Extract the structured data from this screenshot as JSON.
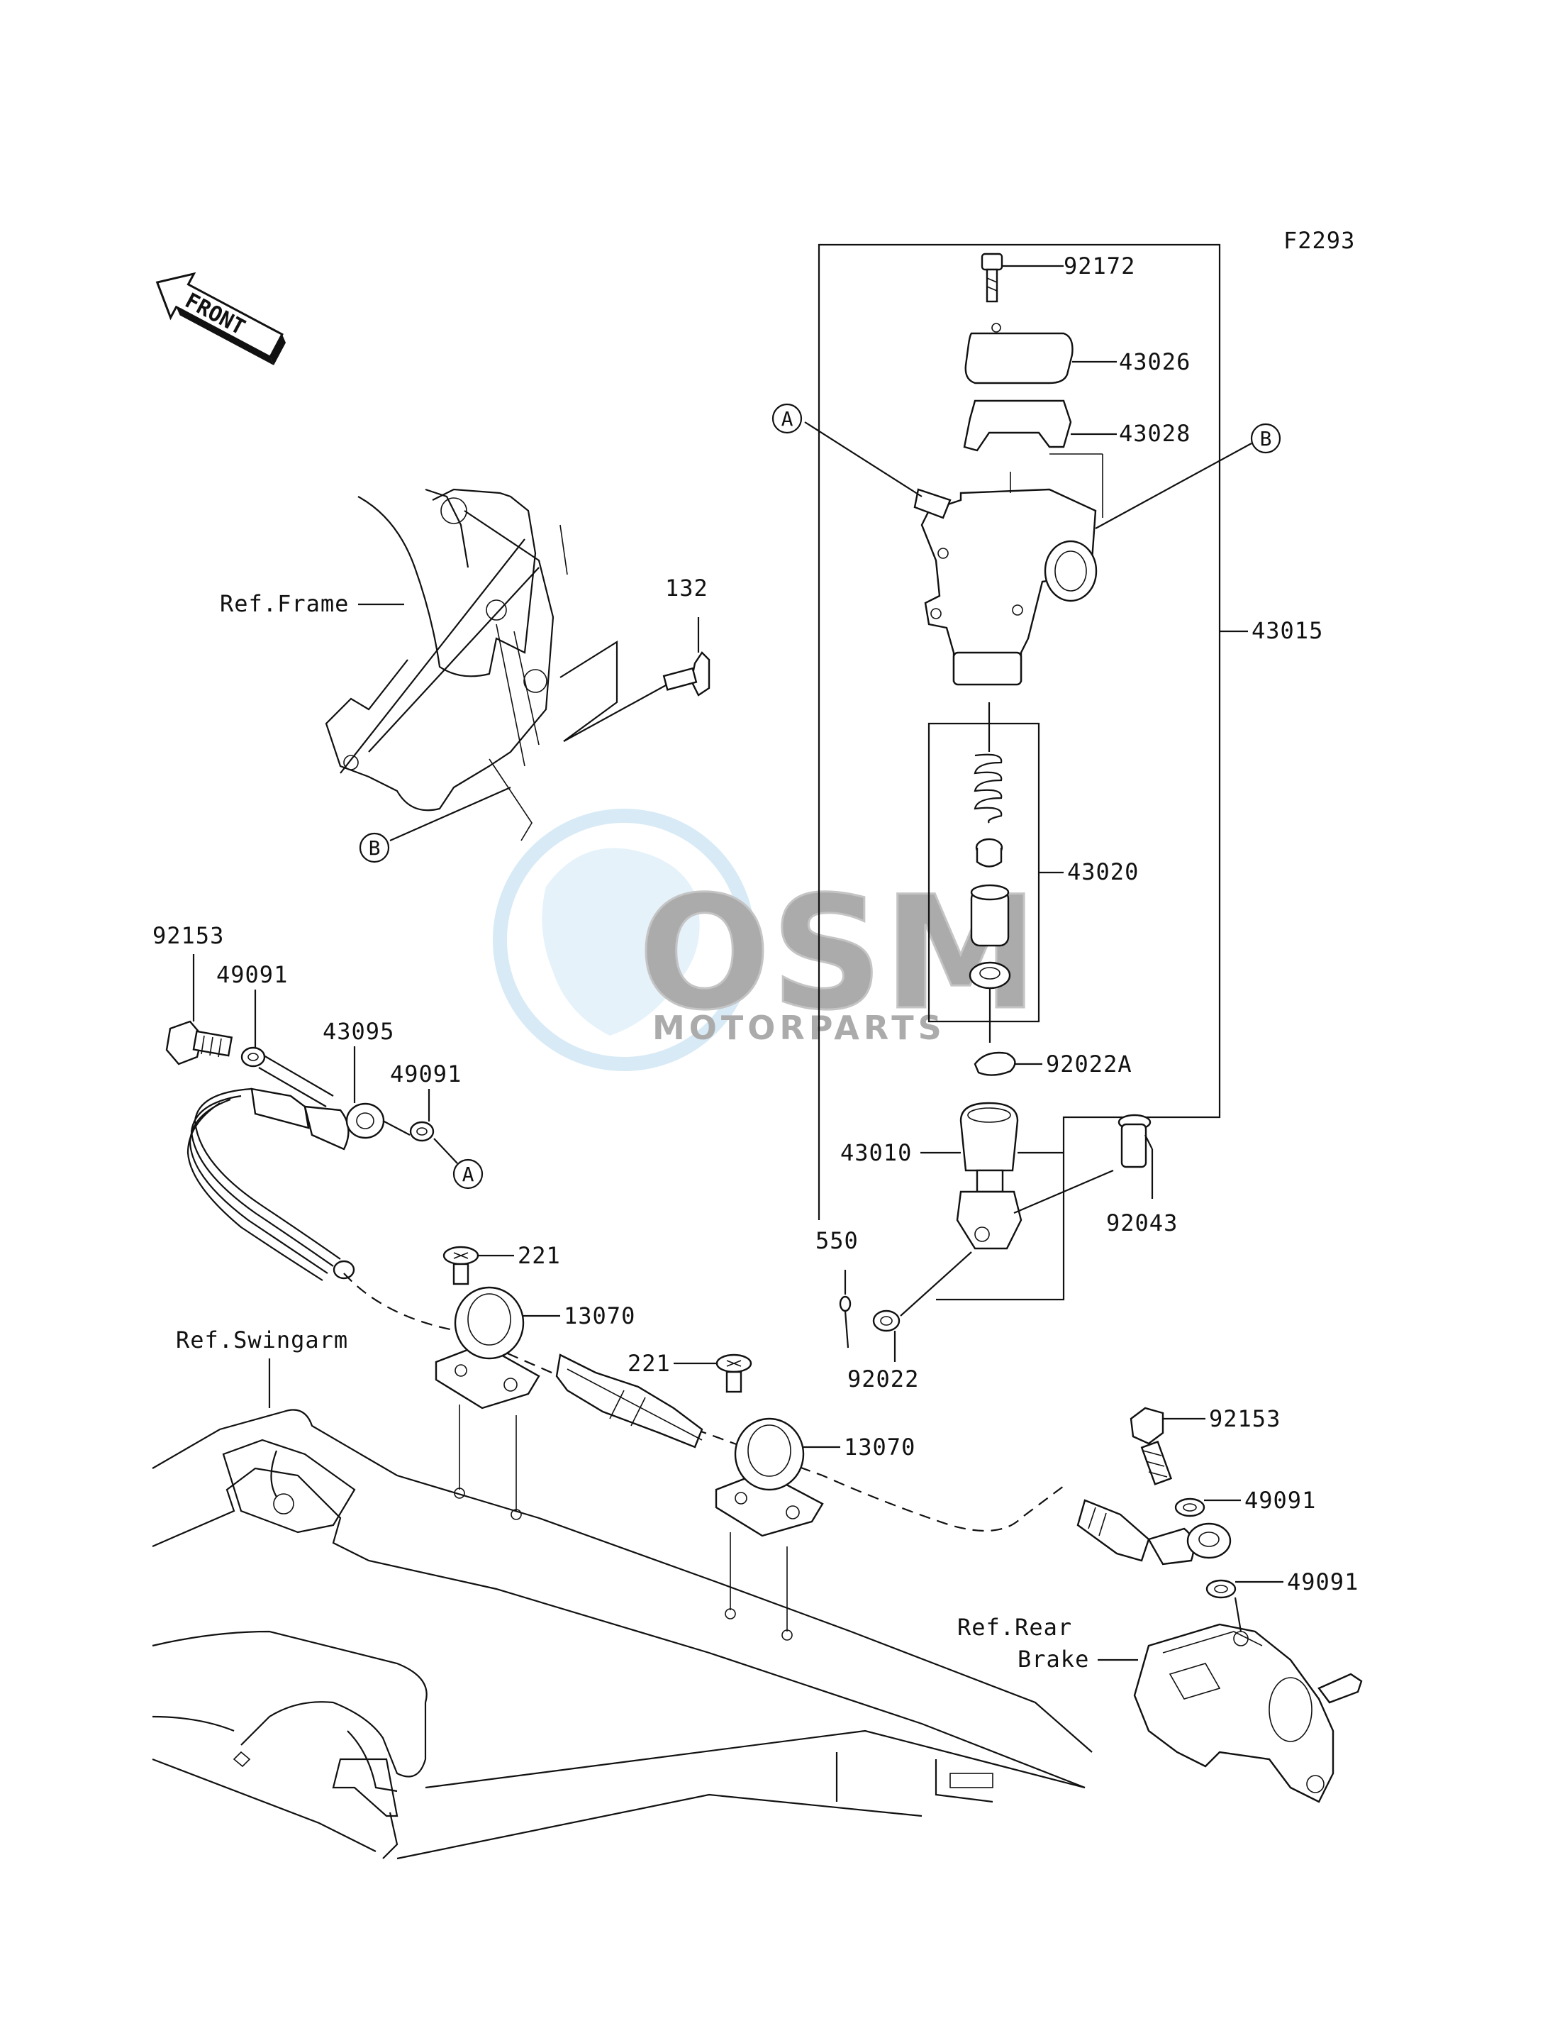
{
  "diagram": {
    "code": "F2293",
    "front_label": "FRONT",
    "references": {
      "frame": "Ref.Frame",
      "swingarm": "Ref.Swingarm",
      "rear_brake_line1": "Ref.Rear",
      "rear_brake_line2": "Brake"
    },
    "callouts": {
      "a": "A",
      "b": "B"
    },
    "parts": {
      "p92172": "92172",
      "p43026": "43026",
      "p43028": "43028",
      "p43015": "43015",
      "p132": "132",
      "p43020": "43020",
      "p92022A": "92022A",
      "p43010": "43010",
      "p92043": "92043",
      "p550": "550",
      "p92022": "92022",
      "p92153_left": "92153",
      "p49091_left_1": "49091",
      "p43095": "43095",
      "p49091_left_2": "49091",
      "p221_left": "221",
      "p13070_left": "13070",
      "p221_right": "221",
      "p13070_right": "13070",
      "p92153_right": "92153",
      "p49091_right_1": "49091",
      "p49091_right_2": "49091"
    },
    "watermark": {
      "brand": "OSM",
      "sub": "MOTORPARTS"
    }
  }
}
